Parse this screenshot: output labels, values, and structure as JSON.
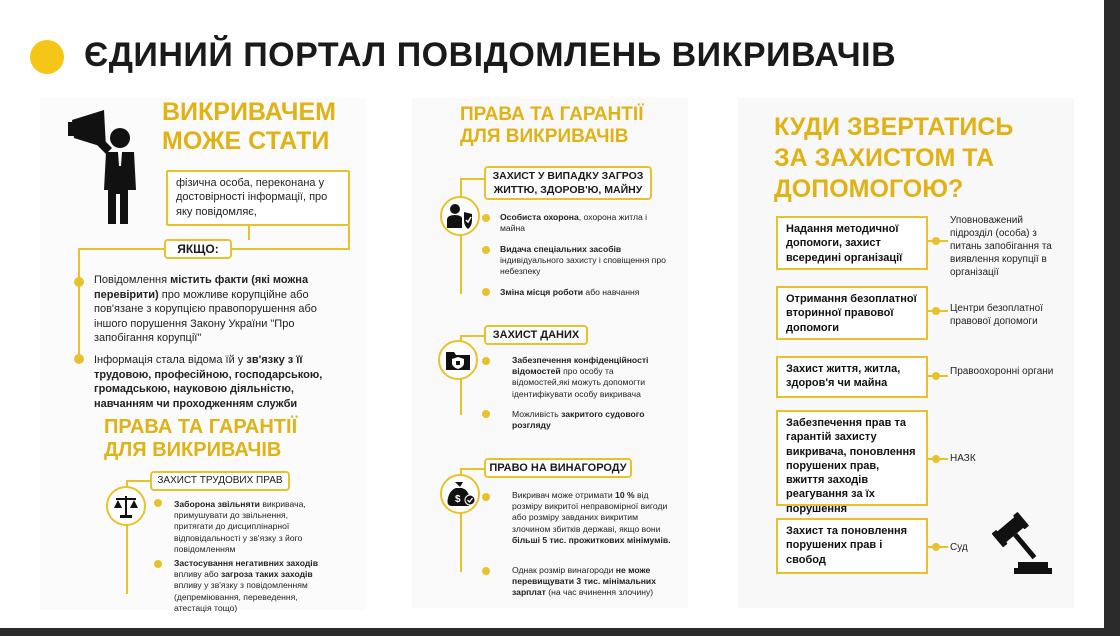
{
  "title": "ЄДИНИЙ ПОРТАЛ ПОВІДОМЛЕНЬ ВИКРИВАЧІВ",
  "colors": {
    "accent": "#f5c518",
    "title_yellow": "#e0b216",
    "line": "#e8c22d"
  },
  "left": {
    "heading_1": "ВИКРИВАЧЕМ",
    "heading_2": "МОЖЕ СТАТИ",
    "definition": "фізична особа, переконана у достовірності інформації, про яку повідомляє,",
    "if_label": "ЯКЩО:",
    "condition1_a": "Повідомлення ",
    "condition1_b": "містить факти (які можна перевірити)",
    "condition1_c": " про можливе корупційне або пов'язане з корупцією правопорушення або іншого порушення Закону України \"Про запобігання корупції\"",
    "condition2_a": "Інформація стала відома їй у ",
    "condition2_b": "зв'язку з її трудовою, професійною, господарською, громадською, науковою діяльністю, навчанням чи проходженням служби",
    "rights_1": "ПРАВА ТА ГАРАНТІЇ",
    "rights_2": "ДЛЯ ВИКРИВАЧІВ",
    "labor_label": "ЗАХИСТ ТРУДОВИХ ПРАВ",
    "labor1_a": "Заборона звільняти",
    "labor1_b": " викривача, примушувати до звільнення, притягати до дисциплінарної відповідальності у зв'язку з його повідомленням",
    "labor2_a": "Застосування негативних заходів",
    "labor2_b": " впливу або ",
    "labor2_c": "загроза таких заходів",
    "labor2_d": " впливу у зв'язку з повідомленням (депреміювання, переведення, атестація тощо)"
  },
  "middle": {
    "heading_1": "ПРАВА ТА ГАРАНТІЇ",
    "heading_2": "ДЛЯ ВИКРИВАЧІВ",
    "threat_label_1": "ЗАХИСТ У ВИПАДКУ ЗАГРОЗ",
    "threat_label_2": "ЖИТТЮ, ЗДОРОВ'Ю, МАЙНУ",
    "threat1_a": "Особиста охорона",
    "threat1_b": ", охорона житла і майна",
    "threat2_a": "Видача спеціальних засобів",
    "threat2_b": " індивідуального захисту і сповіщення про небезпеку",
    "threat3_a": "Зміна місця роботи",
    "threat3_b": " або навчання",
    "data_label": "ЗАХИСТ ДАНИХ",
    "data1_a": "Забезпечення конфіденційності відомостей",
    "data1_b": " про особу та відомостей,які можуть допомогти ідентифікувати особу викривача",
    "data2_a": "Можливість ",
    "data2_b": "закритого судового розгляду",
    "reward_label": "ПРАВО НА ВИНАГОРОДУ",
    "reward1_a": "Викривач може отримати ",
    "reward1_b": "10 %",
    "reward1_c": " від розміру викритої неправомірної вигоди або розміру завданих викритим злочином збитків державі, якщо вони ",
    "reward1_d": "більші 5 тис. прожиткових мінімумів.",
    "reward2_a": "Однак розмір винагороди ",
    "reward2_b": "не може перевищувати 3 тис. мінімальних зарплат",
    "reward2_c": " (на час вчинення злочину)"
  },
  "right": {
    "heading_1": "КУДИ ЗВЕРТАТИСЬ",
    "heading_2": "ЗА ЗАХИСТОМ ТА",
    "heading_3": "ДОПОМОГОЮ?",
    "rows": [
      {
        "box": "Надання методичної допомоги, захист всередині організації",
        "target": "Уповноважений підрозділ (особа) з питань запобігання та виявлення корупції в організації"
      },
      {
        "box": "Отримання безоплатної вторинної правової допомоги",
        "target": "Центри безоплатної правової допомоги"
      },
      {
        "box": "Захист життя, житла, здоров'я чи майна",
        "target": "Правоохоронні органи"
      },
      {
        "box": "Забезпечення прав та гарантій захисту викривача, поновлення порушених прав, вжиття заходів реагування за їх порушення",
        "target": "НАЗК"
      },
      {
        "box": "Захист та поновлення порушених прав і свобод",
        "target": "Суд"
      }
    ]
  }
}
